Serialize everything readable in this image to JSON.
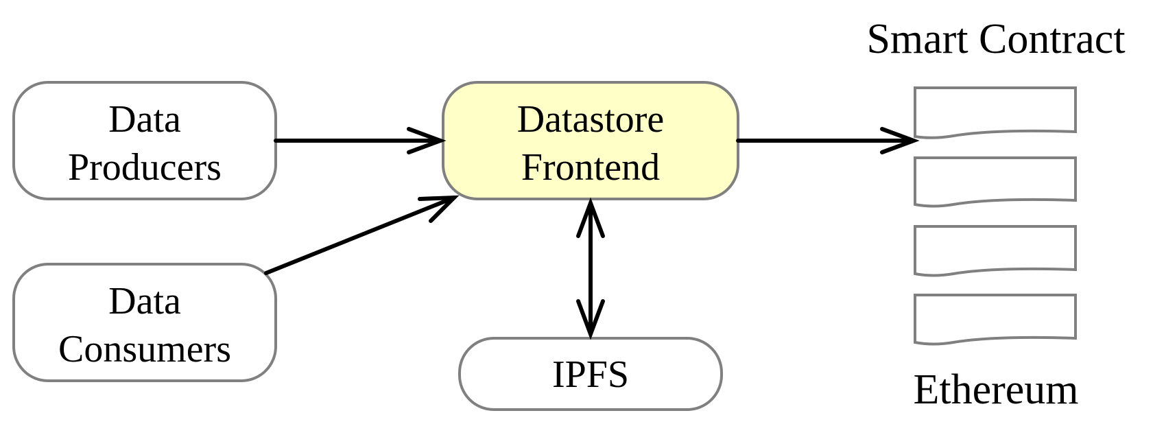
{
  "colors": {
    "box_border": "#808080",
    "frontend_fill": "#ffffc8",
    "box_fill": "#ffffff",
    "edge": "#000000",
    "text": "#000000"
  },
  "nodes": {
    "data_producers": {
      "line1": "Data",
      "line2": "Producers"
    },
    "data_consumers": {
      "line1": "Data",
      "line2": "Consumers"
    },
    "datastore_frontend": {
      "line1": "Datastore",
      "line2": "Frontend"
    },
    "ipfs": {
      "label": "IPFS"
    }
  },
  "smart_contract": {
    "title": "Smart Contract",
    "platform": "Ethereum",
    "block_count": 4
  }
}
